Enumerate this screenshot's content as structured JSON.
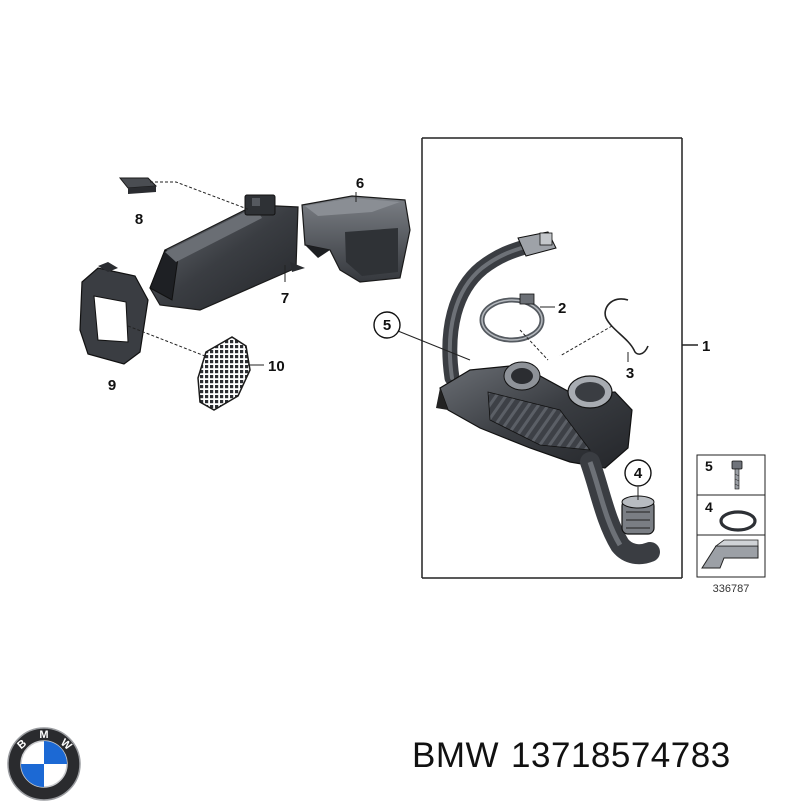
{
  "diagram": {
    "callouts": {
      "p1": "1",
      "p2": "2",
      "p3": "3",
      "p4": "4",
      "p5": "5",
      "p6": "6",
      "p7": "7",
      "p8": "8",
      "p9": "9",
      "p10": "10"
    },
    "legend": {
      "item_bolt": "5",
      "item_oring": "4"
    },
    "reference_code": "336787"
  },
  "footer": {
    "brand": "BMW",
    "part_number": "13718574783",
    "logo_letters": [
      "B",
      "M",
      "W"
    ]
  },
  "colors": {
    "part_dark": "#3a3d42",
    "part_mid": "#5a5e64",
    "outline": "#1a1a1a",
    "logo_blue": "#1c69d4"
  }
}
